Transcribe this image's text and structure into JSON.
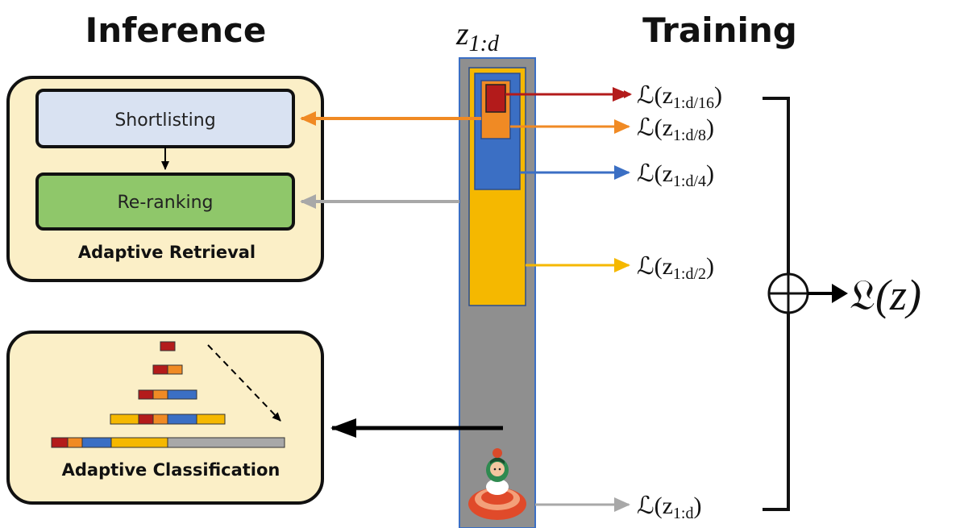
{
  "headings": {
    "inference": "Inference",
    "training": "Training",
    "embedding": "z",
    "embedding_sub": "1:d"
  },
  "retrieval_panel": {
    "title": "Adaptive Retrieval",
    "shortlisting_label": "Shortlisting",
    "reranking_label": "Re-ranking"
  },
  "classification_panel": {
    "title": "Adaptive Classification"
  },
  "losses": [
    {
      "prefix": "ℒ(z",
      "sub": "1:d/16",
      "suffix": ")",
      "color": "#b31b1b"
    },
    {
      "prefix": "ℒ(z",
      "sub": "1:d/8",
      "suffix": ")",
      "color": "#f08a24"
    },
    {
      "prefix": "ℒ(z",
      "sub": "1:d/4",
      "suffix": ")",
      "color": "#3b6fc4"
    },
    {
      "prefix": "ℒ(z",
      "sub": "1:d/2",
      "suffix": ")",
      "color": "#f5b800"
    },
    {
      "prefix": "ℒ(z",
      "sub": "1:d",
      "suffix": ")",
      "color": "#a8a8a8"
    }
  ],
  "total_loss": {
    "symbol": "𝔏",
    "argument": "(z)"
  },
  "colors": {
    "gray_bar": "#8f8f8f",
    "yellow": "#f5b800",
    "blue": "#3b6fc4",
    "orange": "#f08a24",
    "red": "#b31b1b",
    "panel_bg": "#fbefc7",
    "shortlisting_bg": "#d9e2f2",
    "reranking_bg": "#8fc76a"
  }
}
